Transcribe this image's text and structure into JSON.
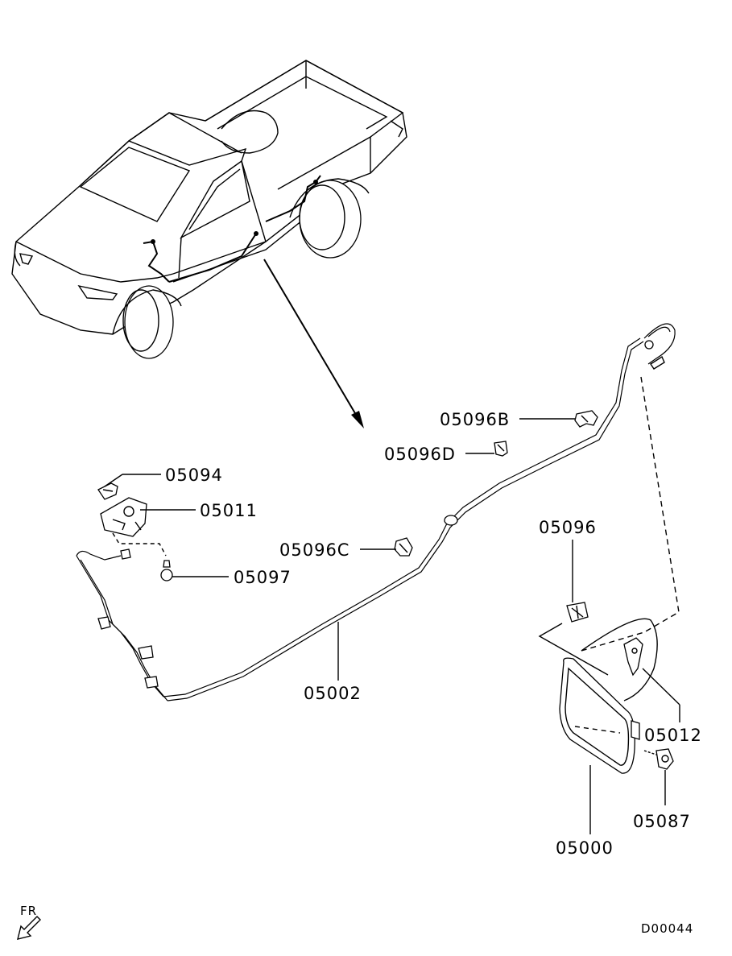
{
  "parts": {
    "p05096B": "05096B",
    "p05096D": "05096D",
    "p05094": "05094",
    "p05011": "05011",
    "p05096C": "05096C",
    "p05097": "05097",
    "p05096": "05096",
    "p05002": "05002",
    "p05012": "05012",
    "p05087": "05087",
    "p05000": "05000"
  },
  "direction_label": "FR",
  "diagram_code": "D00044"
}
